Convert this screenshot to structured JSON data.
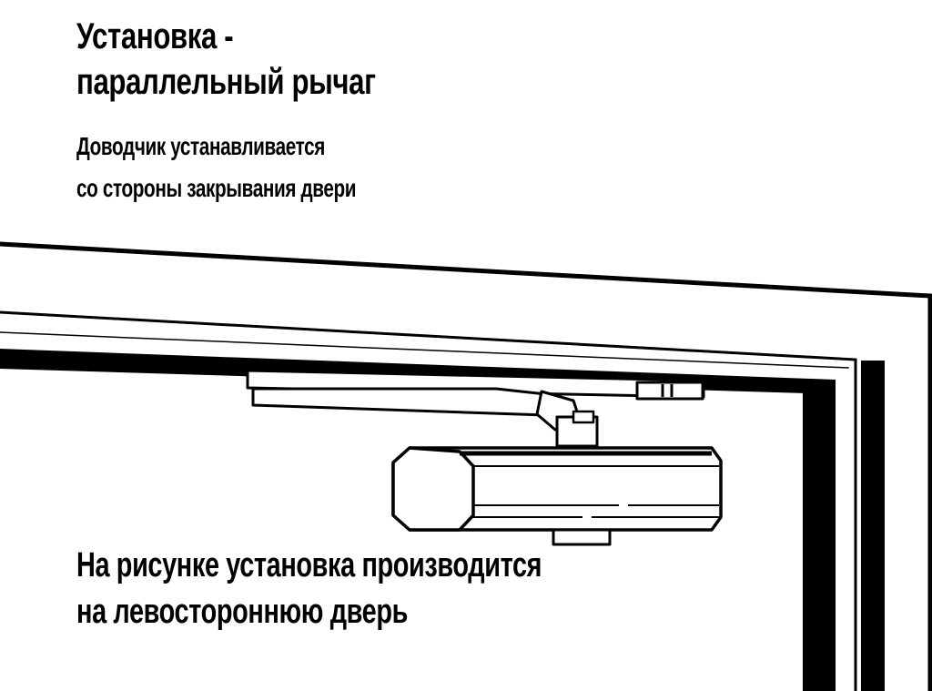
{
  "heading": {
    "line1": "Установка -",
    "line2": "параллельный рычаг"
  },
  "subheading": {
    "line1": "Доводчик устанавливается",
    "line2": "со стороны закрывания двери"
  },
  "caption": {
    "line1": "На рисунке установка производится",
    "line2": "на левостороннюю дверь"
  },
  "colors": {
    "ink": "#000000",
    "paper": "#ffffff"
  }
}
